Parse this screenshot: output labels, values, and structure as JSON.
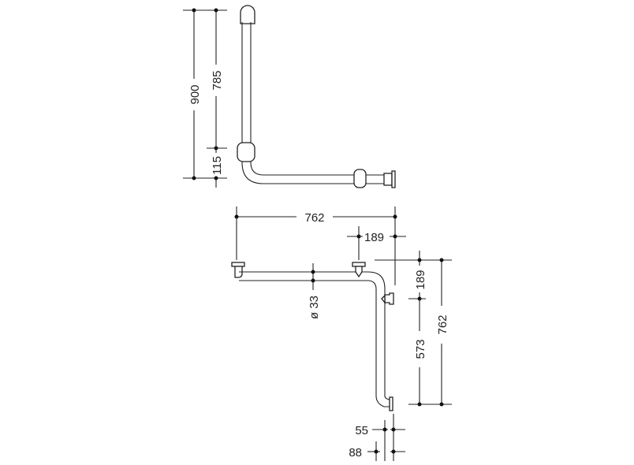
{
  "side_view": {
    "dims": {
      "total_height": "900",
      "upper_length": "785",
      "lower_offset": "115"
    }
  },
  "top_view": {
    "dims": {
      "horizontal_length": "762",
      "mount_offset_h": "189",
      "tube_diameter": "ø 33",
      "mount_offset_v": "189",
      "vertical_segment": "573",
      "vertical_length": "762",
      "wall_offset_small": "55",
      "wall_offset_large": "88"
    }
  }
}
